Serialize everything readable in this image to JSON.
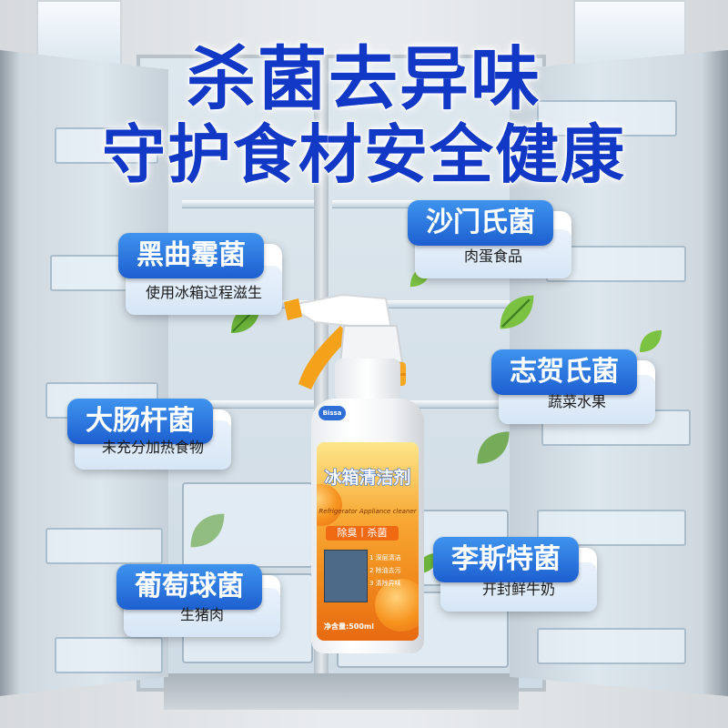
{
  "title": {
    "line1": "杀菌去异味",
    "line2": "守护食材安全健康"
  },
  "germs": [
    {
      "name": "黑曲霉菌",
      "source": "使用冰箱过程滋生"
    },
    {
      "name": "沙门氏菌",
      "source": "肉蛋食品"
    },
    {
      "name": "志贺氏菌",
      "source": "蔬菜水果"
    },
    {
      "name": "大肠杆菌",
      "source": "未充分加热食物"
    },
    {
      "name": "李斯特菌",
      "source": "开封鲜牛奶"
    },
    {
      "name": "葡萄球菌",
      "source": "生猪肉"
    }
  ],
  "product": {
    "brand": "Bissa",
    "name": "冰箱清洁剂",
    "english": "Refrigerator Appliance cleaner",
    "tag": "除臭丨杀菌",
    "features": [
      "1 深层清洁",
      "2 除油去污",
      "3 清除异味"
    ],
    "net": "净含量:500ml"
  },
  "colors": {
    "title": "#1238c6",
    "card_head": "#2c72e0",
    "label_orange": "#f08a1b"
  }
}
